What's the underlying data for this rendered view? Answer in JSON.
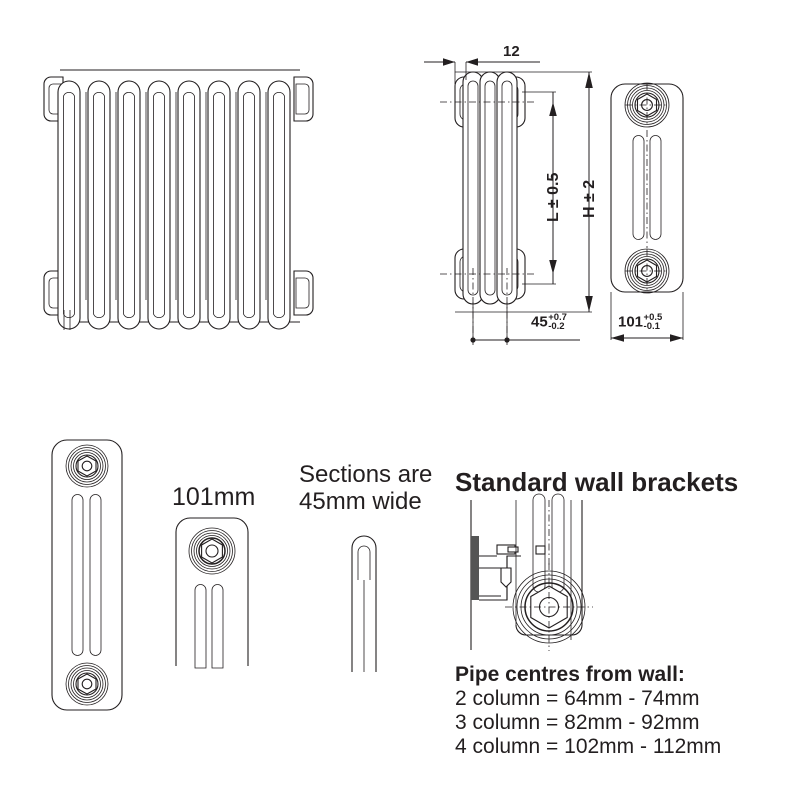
{
  "drawing": {
    "title": "Column radiator dimensional drawing",
    "background": "#ffffff",
    "line_color": "#231f20"
  },
  "dimensions": {
    "top_gap": "12",
    "length_label": "L ± 0.5",
    "height_label": "H ± 2",
    "section_width": {
      "base": "45",
      "plus": "+0.7",
      "minus": "-0.2"
    },
    "depth": {
      "base": "101",
      "plus": "+0.5",
      "minus": "-0.1"
    }
  },
  "labels": {
    "depth_mm": "101mm",
    "sections_line1": "Sections are",
    "sections_line2": "45mm wide",
    "brackets_title": "Standard wall brackets"
  },
  "pipe_centres": {
    "heading": "Pipe centres from wall:",
    "rows": [
      "2 column = 64mm - 74mm",
      "3 column = 82mm - 92mm",
      "4 column = 102mm - 112mm"
    ]
  },
  "views": {
    "front_elevation": {
      "name": "front-elevation",
      "columns": 8
    },
    "side_section": {
      "name": "side-section",
      "columns": 3
    },
    "plan_upper_right": {
      "name": "plan-view-right"
    },
    "plan_lower_left": {
      "name": "plan-view-left"
    },
    "plan_cutaway": {
      "name": "plan-view-cutaway"
    },
    "single_section": {
      "name": "single-section-profile"
    },
    "bracket_detail": {
      "name": "wall-bracket-detail"
    }
  }
}
